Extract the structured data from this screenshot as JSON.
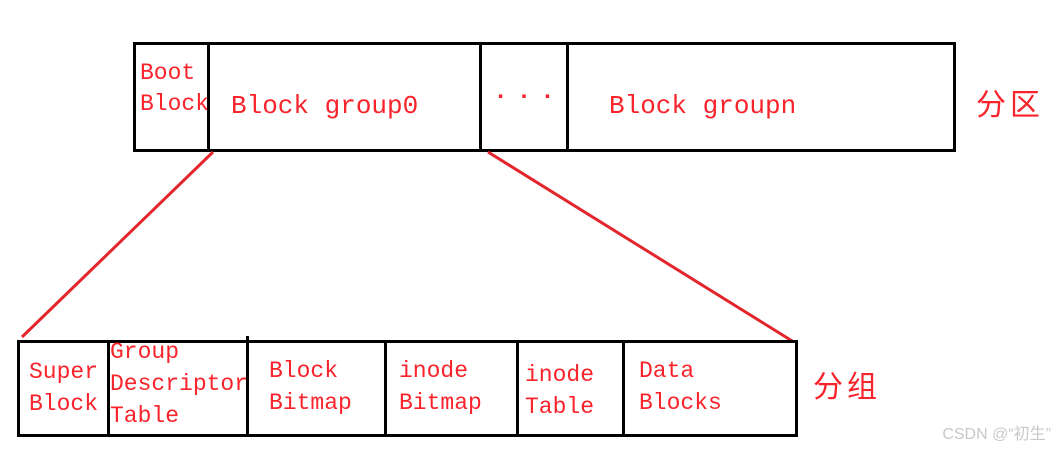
{
  "labels": {
    "partition": "分区",
    "group": "分组"
  },
  "partition_row": {
    "cells": [
      {
        "name": "boot-block",
        "lines": [
          "Boot",
          "Block"
        ]
      },
      {
        "name": "block-group0",
        "lines": [
          "Block group0"
        ]
      },
      {
        "name": "ellipsis",
        "lines": [
          "···"
        ]
      },
      {
        "name": "block-groupn",
        "lines": [
          "Block groupn"
        ]
      }
    ]
  },
  "group_row": {
    "cells": [
      {
        "name": "super-block",
        "lines": [
          "Super",
          "Block"
        ]
      },
      {
        "name": "group-descriptor-table",
        "lines": [
          "Group",
          "Descriptor",
          "Table"
        ]
      },
      {
        "name": "block-bitmap",
        "lines": [
          "Block",
          "Bitmap"
        ]
      },
      {
        "name": "inode-bitmap",
        "lines": [
          "inode",
          "Bitmap"
        ]
      },
      {
        "name": "inode-table",
        "lines": [
          "inode",
          "Table"
        ]
      },
      {
        "name": "data-blocks",
        "lines": [
          "Data",
          "Blocks"
        ]
      }
    ]
  },
  "watermark": {
    "text": "CSDN @“初生”"
  },
  "colors": {
    "text_red": "#f9232b",
    "line_red": "#e3262c",
    "border_black": "#000000",
    "watermark_gray": "#c8c8c8"
  }
}
